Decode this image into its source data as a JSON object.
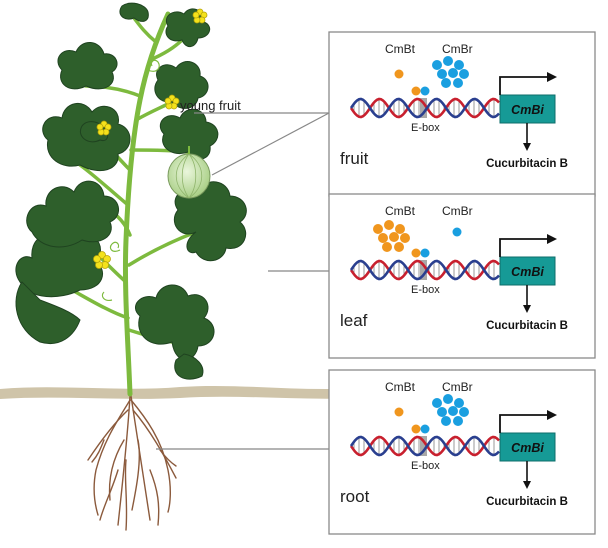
{
  "plant": {
    "young_fruit_label": "young fruit"
  },
  "panels": [
    {
      "organ": "fruit",
      "tf1": "CmBt",
      "tf2": "CmBr",
      "motif": "E-box",
      "gene": "CmBi",
      "product": "Cucurbitacin B",
      "cmbt_free_count": 1,
      "cmbr_free_count": 8,
      "active": true
    },
    {
      "organ": "leaf",
      "tf1": "CmBt",
      "tf2": "CmBr",
      "motif": "E-box",
      "gene": "CmBi",
      "product": "Cucurbitacin B",
      "cmbt_free_count": 8,
      "cmbr_free_count": 1,
      "active": true
    },
    {
      "organ": "root",
      "tf1": "CmBt",
      "tf2": "CmBr",
      "motif": "E-box",
      "gene": "CmBi",
      "product": "Cucurbitacin B",
      "cmbt_free_count": 1,
      "cmbr_free_count": 8,
      "active": true
    }
  ],
  "colors": {
    "cmbt": "#f0961e",
    "cmbr": "#1a9fe0",
    "gene_box": "#169a96",
    "dna_red": "#c8202e",
    "dna_blue": "#2a3f8f",
    "ebox": "#a8a8a8",
    "leaf": "#2e5f2b",
    "stem": "#7dba3e",
    "soil": "#cfc4a9",
    "root": "#8b5a3c",
    "fruit": "#c6e3a8",
    "flower": "#f4e21c"
  }
}
